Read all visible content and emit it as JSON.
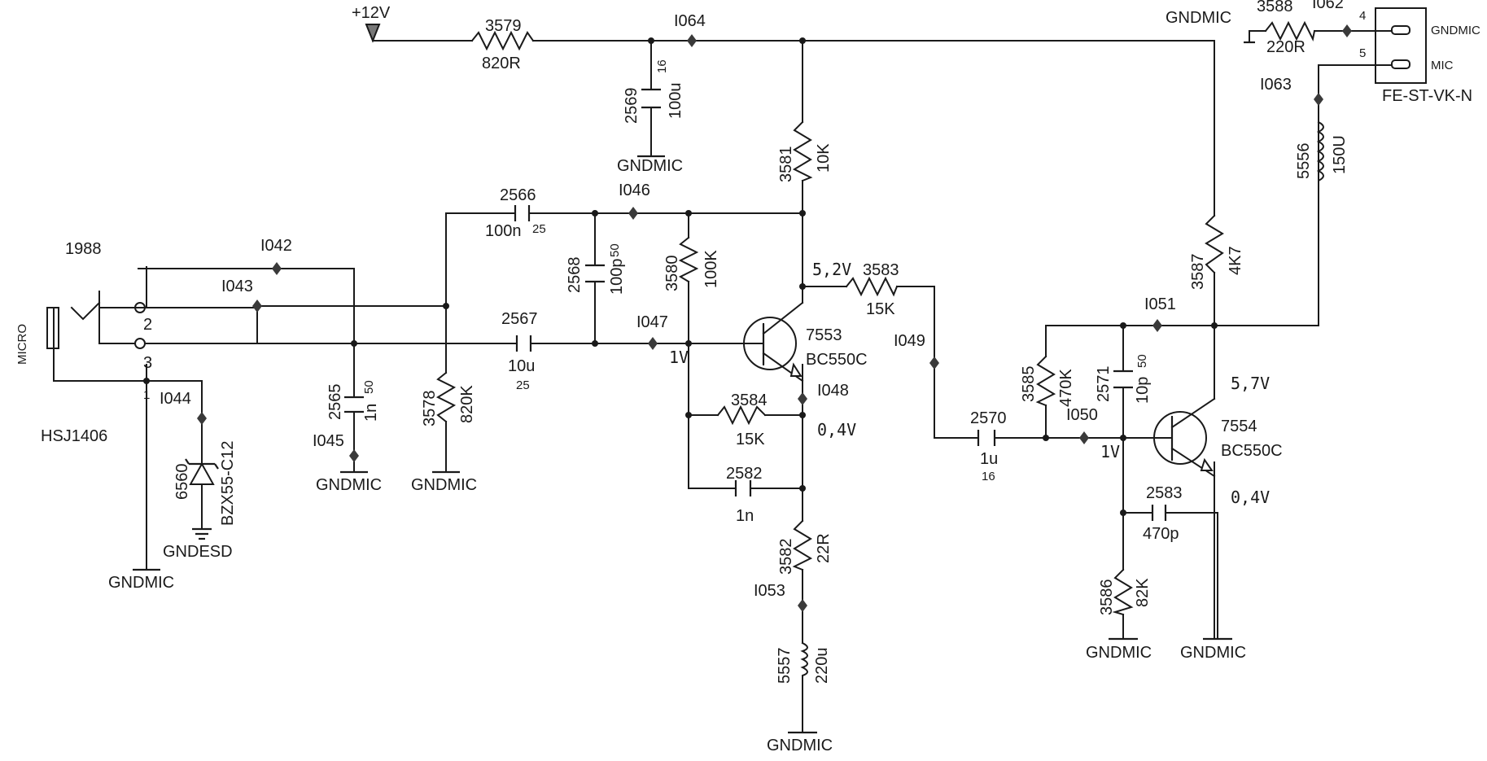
{
  "colors": {
    "ink": "#1a1a1a",
    "paper": "#ffffff"
  },
  "supply": {
    "label": "+12V"
  },
  "ground": {
    "mic": "GNDMIC",
    "esd": "GNDESD"
  },
  "connector_in": {
    "ref": "1988",
    "name": "HSJ1406",
    "side_label": "MICRO",
    "pins": [
      "2",
      "3",
      "1"
    ]
  },
  "connector_out": {
    "name": "FE-ST-VK-N",
    "pins": [
      "4",
      "5"
    ],
    "pin_labels": [
      "GNDMIC",
      "MIC"
    ]
  },
  "nets": [
    "I042",
    "I043",
    "I044",
    "I045",
    "I046",
    "I047",
    "I048",
    "I049",
    "I050",
    "I051",
    "I053",
    "I062",
    "I063",
    "I064"
  ],
  "voltages": {
    "q1_collector": "5,2V",
    "q1_base": "1V",
    "q1_emitter": "0,4V",
    "q2_collector": "5,7V",
    "q2_base": "1V",
    "q2_emitter": "0,4V"
  },
  "resistors": [
    {
      "ref": "3579",
      "value": "820R"
    },
    {
      "ref": "3588",
      "value": "220R"
    },
    {
      "ref": "3581",
      "value": "10K"
    },
    {
      "ref": "3580",
      "value": "100K"
    },
    {
      "ref": "3578",
      "value": "820K"
    },
    {
      "ref": "3583",
      "value": "15K"
    },
    {
      "ref": "3584",
      "value": "15K"
    },
    {
      "ref": "3582",
      "value": "22R"
    },
    {
      "ref": "3585",
      "value": "470K"
    },
    {
      "ref": "3586",
      "value": "82K"
    },
    {
      "ref": "3587",
      "value": "4K7"
    }
  ],
  "capacitors": [
    {
      "ref": "2569",
      "value": "100u",
      "voltage": "16"
    },
    {
      "ref": "2566",
      "value": "100n",
      "voltage": "25"
    },
    {
      "ref": "2568",
      "value": "100p",
      "voltage": "50"
    },
    {
      "ref": "2567",
      "value": "10u",
      "voltage": "25"
    },
    {
      "ref": "2565",
      "value": "1n",
      "voltage": "50"
    },
    {
      "ref": "2582",
      "value": "1n"
    },
    {
      "ref": "2570",
      "value": "1u",
      "voltage": "16"
    },
    {
      "ref": "2571",
      "value": "10p",
      "voltage": "50"
    },
    {
      "ref": "2583",
      "value": "470p"
    }
  ],
  "inductors": [
    {
      "ref": "5556",
      "value": "150U"
    },
    {
      "ref": "5557",
      "value": "220u"
    }
  ],
  "transistors": [
    {
      "ref": "7553",
      "type": "BC550C"
    },
    {
      "ref": "7554",
      "type": "BC550C"
    }
  ],
  "diode": {
    "ref": "6560",
    "type": "BZX55-C12"
  }
}
